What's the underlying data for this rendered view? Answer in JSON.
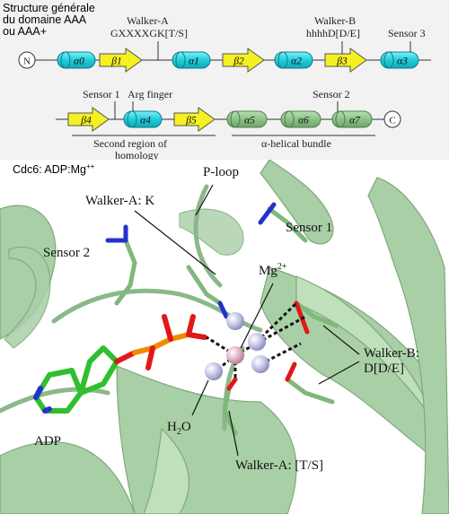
{
  "header": {
    "title_lines": [
      "Structure générale",
      "du domaine AAA",
      "ou AAA+"
    ]
  },
  "topology": {
    "row1": {
      "n_terminus": "N",
      "elements": [
        {
          "type": "helix",
          "label": "α0"
        },
        {
          "type": "strand",
          "label": "β1"
        },
        {
          "type": "helix",
          "label": "α1"
        },
        {
          "type": "strand",
          "label": "β2"
        },
        {
          "type": "helix",
          "label": "α2"
        },
        {
          "type": "strand",
          "label": "β3"
        },
        {
          "type": "helix",
          "label": "α3"
        }
      ],
      "motif_labels": {
        "walker_a_name": "Walker-A",
        "walker_a_seq": "GXXXXGK[T/S]",
        "walker_b_name": "Walker-B",
        "walker_b_seq": "hhhhD[D/E]",
        "sensor3": "Sensor 3"
      }
    },
    "row2": {
      "c_terminus": "C",
      "elements": [
        {
          "type": "strand",
          "label": "β4"
        },
        {
          "type": "helix",
          "label": "α4"
        },
        {
          "type": "strand",
          "label": "β5"
        },
        {
          "type": "helix_green",
          "label": "α5"
        },
        {
          "type": "helix_green",
          "label": "α6"
        },
        {
          "type": "helix_green",
          "label": "α7"
        }
      ],
      "motif_labels": {
        "sensor1": "Sensor 1",
        "arg_finger": "Arg finger",
        "sensor2": "Sensor 2",
        "second_region_line1": "Second region of",
        "second_region_line2": "homology",
        "helical_bundle": "α-helical bundle"
      }
    },
    "colors": {
      "helix_cyan": "#28d3e0",
      "strand_yellow": "#f4f021",
      "helix_green": "#8fc48f",
      "line": "#333333"
    }
  },
  "structure": {
    "subtitle": "Cdc6: ADP:Mg",
    "subtitle_sup": "++",
    "labels": {
      "p_loop": "P-loop",
      "walker_a_k": "Walker-A: K",
      "sensor1": "Sensor 1",
      "sensor2": "Sensor 2",
      "mg": "Mg",
      "mg_sup": "2+",
      "walker_b_line1": "Walker-B:",
      "walker_b_line2": "D[D/E]",
      "h2o_h": "H",
      "h2o_2": "2",
      "h2o_o": "O",
      "adp": "ADP",
      "walker_a_ts": "Walker-A: [T/S]"
    },
    "colors": {
      "ribbon": "#a9cfa6",
      "ribbon_edge": "#7fa87c",
      "stick_green": "#7fb87a",
      "carbon_adp": "#2fbf2f",
      "nitrogen": "#2233cc",
      "oxygen": "#e01818",
      "phosphorus": "#f08a00",
      "mg_ion": "#e8b8cc",
      "water": "#c8c8e8"
    }
  }
}
